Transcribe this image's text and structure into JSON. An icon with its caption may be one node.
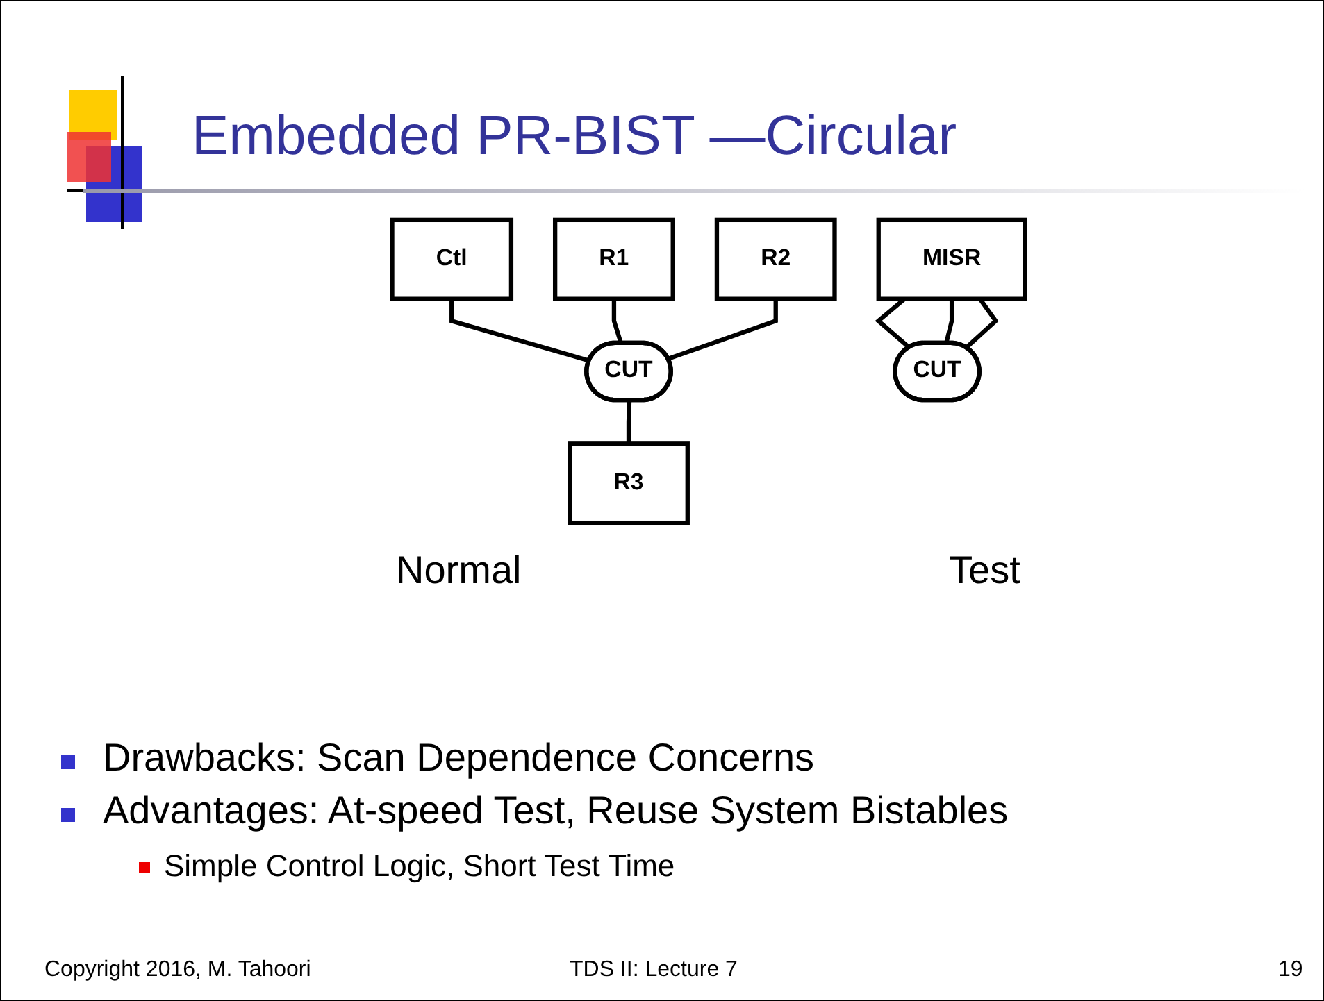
{
  "diagram": {
    "title": "Embedded PR-BIST —Circular",
    "nodes": [
      {
        "text": [
          "Ctl"
        ]
      },
      {
        "text": [
          "R1"
        ]
      },
      {
        "text": [
          "R2"
        ]
      },
      {
        "text": [
          "CUT"
        ]
      },
      {
        "text": [
          "R3"
        ]
      },
      {
        "text": [
          "MISR"
        ]
      },
      {
        "text": [
          "CUT"
        ]
      }
    ],
    "edges": [
      {
        "from": 0,
        "to": 3,
        "arrow": "none"
      },
      {
        "from": 1,
        "to": 3,
        "arrow": "none"
      },
      {
        "from": 2,
        "to": 3,
        "arrow": "none"
      },
      {
        "from": 3,
        "to": 4,
        "arrow": "none"
      },
      {
        "from": 5,
        "to": 6,
        "arrow": "none"
      },
      {
        "from": 5,
        "to": 6,
        "arrow": "none"
      },
      {
        "from": 6,
        "to": 5,
        "arrow": "none"
      }
    ],
    "labels": [
      "Normal",
      "Test",
      "Drawbacks: Scan Dependence Concerns",
      "Advantages: At-speed Test, Reuse System Bistables",
      "Simple Control Logic, Short Test Time",
      "Copyright 2016, M. Tahoori",
      "TDS II: Lecture 7",
      "19"
    ]
  }
}
